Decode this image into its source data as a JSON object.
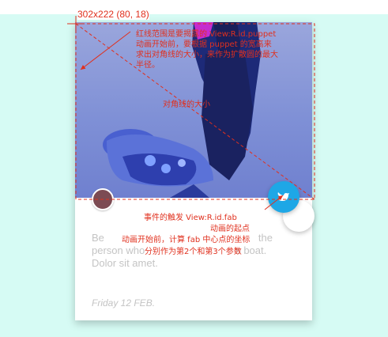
{
  "frame": {
    "dimension_label": "302x222 (80, 18)"
  },
  "card": {
    "body_text": "Be... the person who... is boat. Dolor sit amet.",
    "body_line1": "Be",
    "body_line1_end": "the",
    "body_line2": "person who",
    "body_line2_end": "s boat.",
    "body_line3": "Dolor sit amet.",
    "date": "Friday 12 FEB."
  },
  "annotations": {
    "top_note": [
      "红线范围是要揭露的 View:R.id.puppet",
      "动画开始前，要根据 puppet 的宽高来",
      "求出对角线的大小，来作为扩散圆的最大",
      "半径。"
    ],
    "diagonal_note": "对角线的大小",
    "fab_note": [
      "事件的触发  View:R.id.fab",
      "动画的起点",
      "动画开始前，计算 fab 中心点的坐标",
      "分别作为第2个和第3个参数"
    ]
  },
  "colors": {
    "annotation_red": "#e0301e",
    "backdrop": "#d6fbf4",
    "fab_blue": "#1ea7e6"
  },
  "icons": {
    "fab": "bird-icon"
  }
}
